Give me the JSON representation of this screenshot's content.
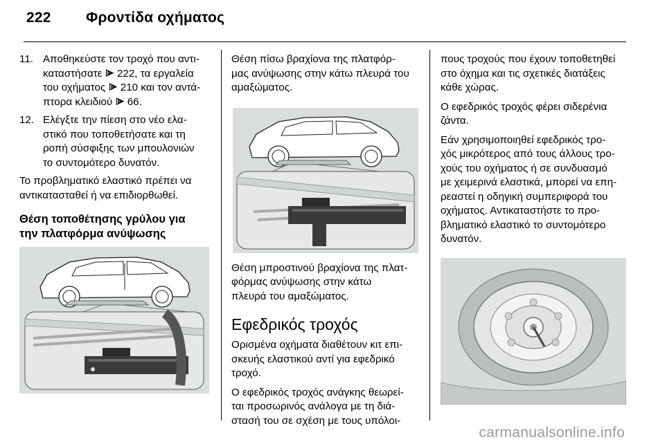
{
  "header": {
    "page_number": "222",
    "title": "Φροντίδα οχήματος"
  },
  "col1": {
    "item11": {
      "num": "11.",
      "t1": "Αποθηκεύστε τον τροχό που αντι-",
      "t2": "καταστήσατε",
      "ref1": "222, τα εργαλεία",
      "t3": "του οχήματος",
      "ref2": "210 και τον αντά-",
      "t4": "πτορα κλειδιού",
      "ref3": "66."
    },
    "item12": {
      "num": "12.",
      "l1": "Ελέγξτε την πίεση στο νέο ελα-",
      "l2": "στικό που τοποθετήσατε και τη",
      "l3": "ροπή σύσφιξης των μπουλονιών",
      "l4": "το συντομότερο δυνατόν."
    },
    "para": [
      "Το προβληματικό ελαστικό πρέπει να",
      "αντικατασταθεί ή να επιδιορθωθεί."
    ],
    "heading": [
      "Θέση τοποθέτησης γρύλου για",
      "την πλατφόρμα ανύψωσης"
    ]
  },
  "col2": {
    "caption1": [
      "Θέση πίσω βραχίονα της πλατφόρ-",
      "μας ανύψωσης στην κάτω πλευρά του",
      "αμαξώματος."
    ],
    "caption2": [
      "Θέση μπροστινού βραχίονα της πλατ-",
      "φόρμας ανύψωσης στην κάτω",
      "πλευρά του αμαξώματος."
    ],
    "section_title": "Εφεδρικός τροχός",
    "para1": [
      "Ορισμένα οχήματα διαθέτουν κιτ επι-",
      "σκευής ελαστικού αντί για εφεδρικό",
      "τροχό."
    ],
    "para2": [
      "Ο εφεδρικός τροχός ανάγκης θεωρεί-",
      "ται προσωρινός ανάλογα με τη διά-",
      "στασή του σε σχέση με τους υπόλοι-"
    ]
  },
  "col3": {
    "para1": [
      "πους τροχούς που έχουν τοποθετηθεί",
      "στο όχημα και τις σχετικές διατάξεις",
      "κάθε χώρας."
    ],
    "para2": [
      "Ο εφεδρικός τροχός φέρει σιδερένια",
      "ζάντα."
    ],
    "para3": [
      "Εάν χρησιμοποιηθεί εφεδρικός τρο-",
      "χός μικρότερος από τους άλλους τρο-",
      "χούς του οχήματος ή σε συνδυασμό",
      "με χειμερινά ελαστικά, μπορεί να επη-",
      "ρεαστεί η οδηγική συμπεριφορά του",
      "οχήματος. Αντικαταστήστε το προ-",
      "βληματικό ελαστικό το συντομότερο",
      "δυνατόν."
    ]
  },
  "watermark": "carmanualsonline.info"
}
